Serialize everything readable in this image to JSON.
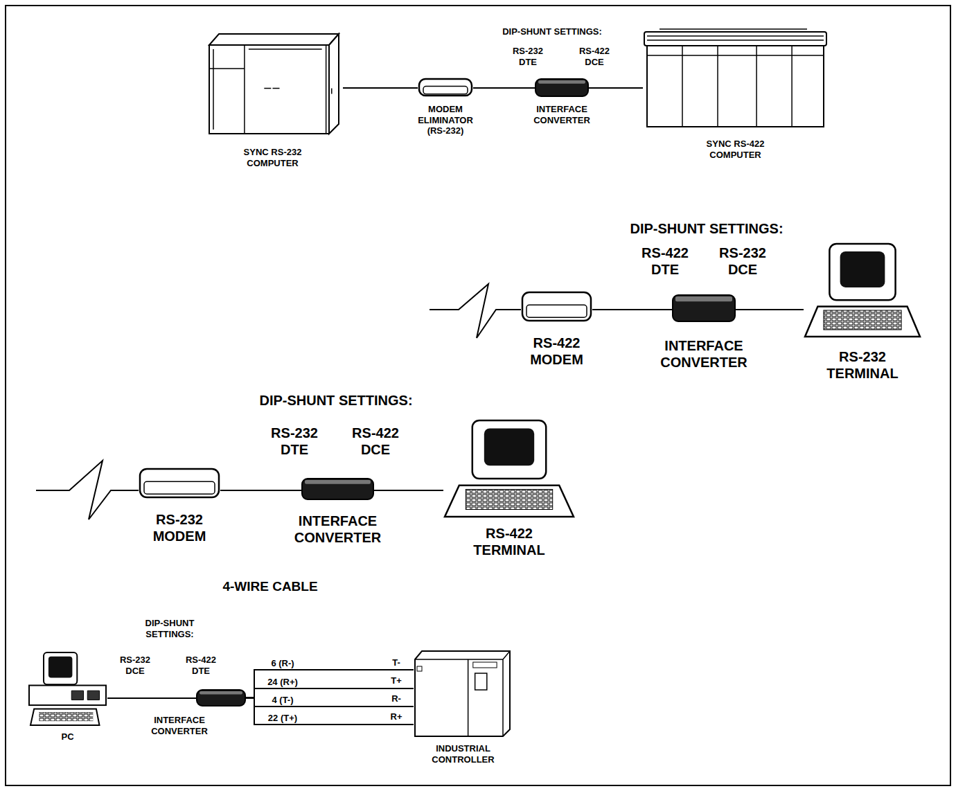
{
  "diagram": {
    "nodes": [
      {
        "text": [
          "SYNC RS-232 COMPUTER"
        ]
      },
      {
        "text": [
          "MODEM ELIMINATOR (RS-232)"
        ]
      },
      {
        "text": [
          "INTERFACE CONVERTER"
        ]
      },
      {
        "text": [
          "SYNC RS-422 COMPUTER"
        ]
      },
      {
        "text": [
          "RS-422 MODEM"
        ]
      },
      {
        "text": [
          "INTERFACE CONVERTER"
        ]
      },
      {
        "text": [
          "RS-232 TERMINAL"
        ]
      },
      {
        "text": [
          "RS-232 MODEM"
        ]
      },
      {
        "text": [
          "INTERFACE CONVERTER"
        ]
      },
      {
        "text": [
          "RS-422 TERMINAL"
        ]
      },
      {
        "text": [
          "PC"
        ]
      },
      {
        "text": [
          "INTERFACE CONVERTER"
        ]
      },
      {
        "text": [
          "INDUSTRIAL CONTROLLER"
        ]
      }
    ],
    "edges": [
      {
        "from": 0,
        "to": 1,
        "arrow": "none"
      },
      {
        "from": 1,
        "to": 2,
        "arrow": "none"
      },
      {
        "from": 2,
        "to": 3,
        "arrow": "none"
      },
      {
        "from": 4,
        "to": 5,
        "arrow": "none"
      },
      {
        "from": 5,
        "to": 6,
        "arrow": "none"
      },
      {
        "from": 7,
        "to": 8,
        "arrow": "none"
      },
      {
        "from": 8,
        "to": 9,
        "arrow": "none"
      },
      {
        "from": 10,
        "to": 11,
        "arrow": "none"
      },
      {
        "from": 11,
        "to": 12,
        "label": "6 (R-)",
        "arrow": "none"
      },
      {
        "from": 11,
        "to": 12,
        "label": "24 (R+)",
        "arrow": "none"
      },
      {
        "from": 11,
        "to": 12,
        "label": "4 (T-)",
        "arrow": "none"
      },
      {
        "from": 11,
        "to": 12,
        "label": "22 (T+)",
        "arrow": "none"
      }
    ],
    "labels": [
      "DIP-SHUNT SETTINGS:",
      "RS-232 DTE",
      "RS-422 DCE",
      "DIP-SHUNT SETTINGS:",
      "RS-422 DTE",
      "RS-232 DCE",
      "DIP-SHUNT SETTINGS:",
      "RS-232 DTE",
      "RS-422 DCE",
      "4-WIRE CABLE",
      "DIP-SHUNT SETTINGS:",
      "RS-232 DCE",
      "RS-422 DTE",
      "T-",
      "T+",
      "R-",
      "R+"
    ]
  }
}
